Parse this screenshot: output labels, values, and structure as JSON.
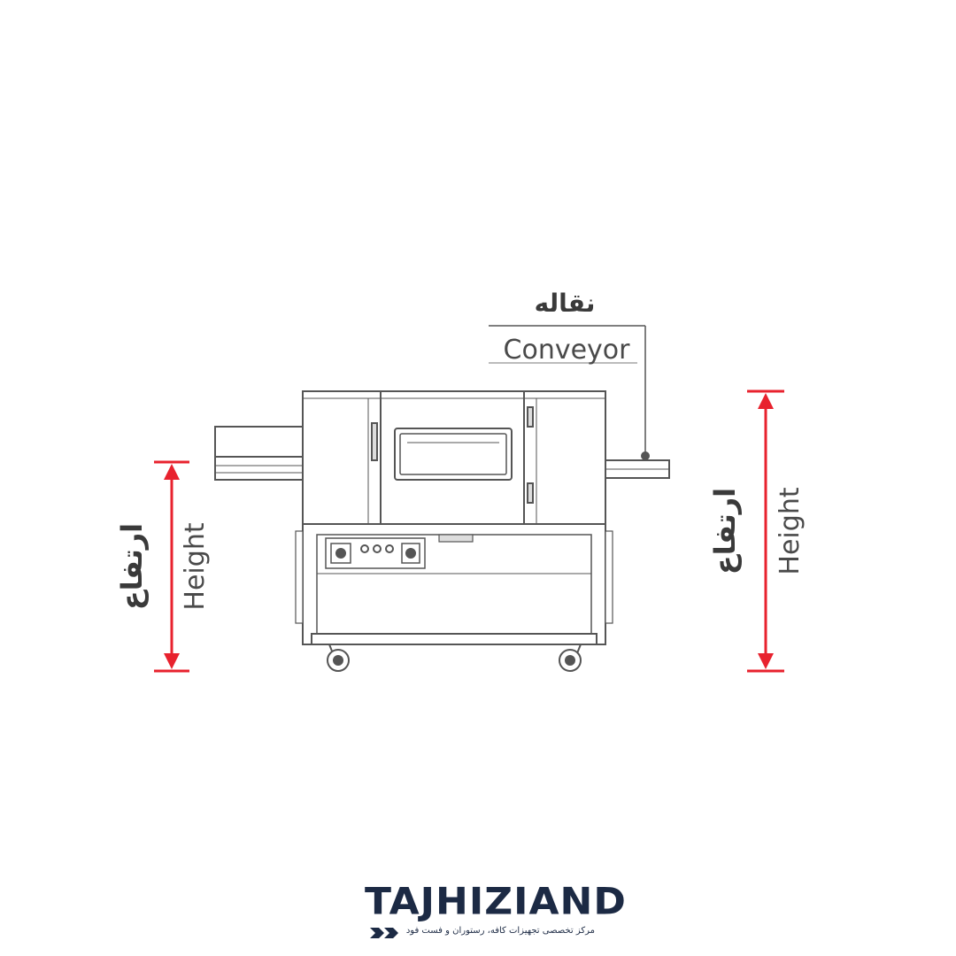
{
  "labels": {
    "conveyor_fa": "نقاله",
    "conveyor_en": "Conveyor",
    "height_fa": "ارتفاع",
    "height_en": "Height"
  },
  "brand": {
    "name": "TAJHIZIAND",
    "tagline": "مرکز تخصصی تجهیزات کافه، رستوران و فست فود"
  },
  "colors": {
    "dimension_arrow": "#e8222e",
    "line_art": "#555555",
    "brand": "#1c2a44"
  }
}
